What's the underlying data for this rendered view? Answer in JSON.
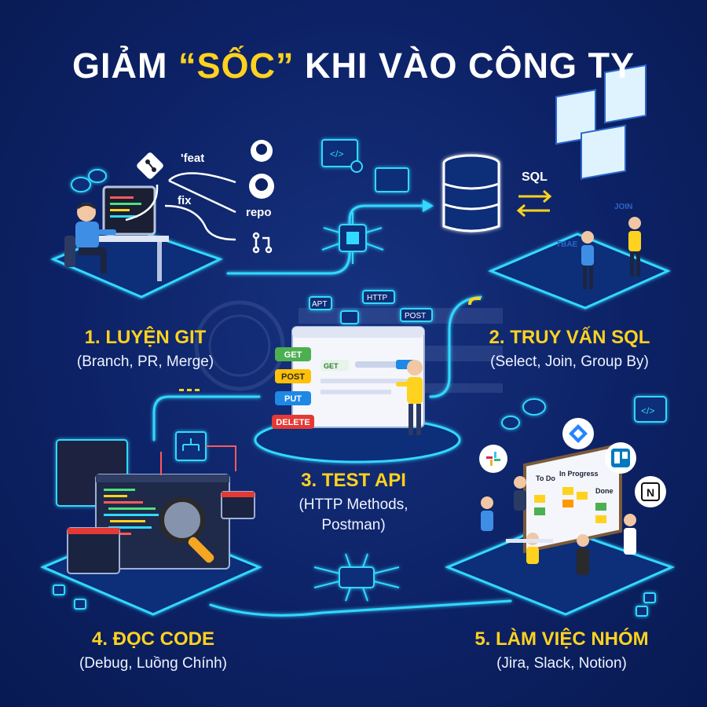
{
  "title": {
    "part1": "GIẢM ",
    "highlight": "“SỐC”",
    "part2": " KHI VÀO CÔNG TY"
  },
  "steps": [
    {
      "title": "1. LUYỆN GIT",
      "subtitle": "(Branch, PR, Merge)"
    },
    {
      "title": "2. TRUY VẤN SQL",
      "subtitle": "(Select, Join, Group By)"
    },
    {
      "title": "3. TEST API",
      "subtitle_line1": "(HTTP Methods,",
      "subtitle_line2": "Postman)"
    },
    {
      "title": "4. ĐỌC CODE",
      "subtitle": "(Debug, Luồng Chính)"
    },
    {
      "title": "5. LÀM VIỆC NHÓM",
      "subtitle": "(Jira, Slack, Notion)"
    }
  ],
  "git": {
    "branch_feat": "'feat",
    "branch_fix": "fix",
    "repo": "repo"
  },
  "sql": {
    "label": "SQL",
    "table1": "TBAE",
    "table2": "JOIN"
  },
  "api": {
    "methods": [
      "GET",
      "POST",
      "PUT",
      "DELETE"
    ],
    "bubbles": [
      "APT",
      "HTTP",
      "POST"
    ],
    "screen_get": "GET"
  },
  "team": {
    "columns": [
      "To Do",
      "In Progress",
      "Done"
    ],
    "apps": [
      "slack-logo",
      "jira-logo",
      "trello-logo",
      "notion-logo"
    ]
  },
  "colors": {
    "background": "#0d2266",
    "accent": "#ffd21f",
    "neon": "#31d8ff",
    "get": "#4caf50",
    "post": "#ffc107",
    "put": "#1e88e5",
    "delete": "#e53935"
  }
}
